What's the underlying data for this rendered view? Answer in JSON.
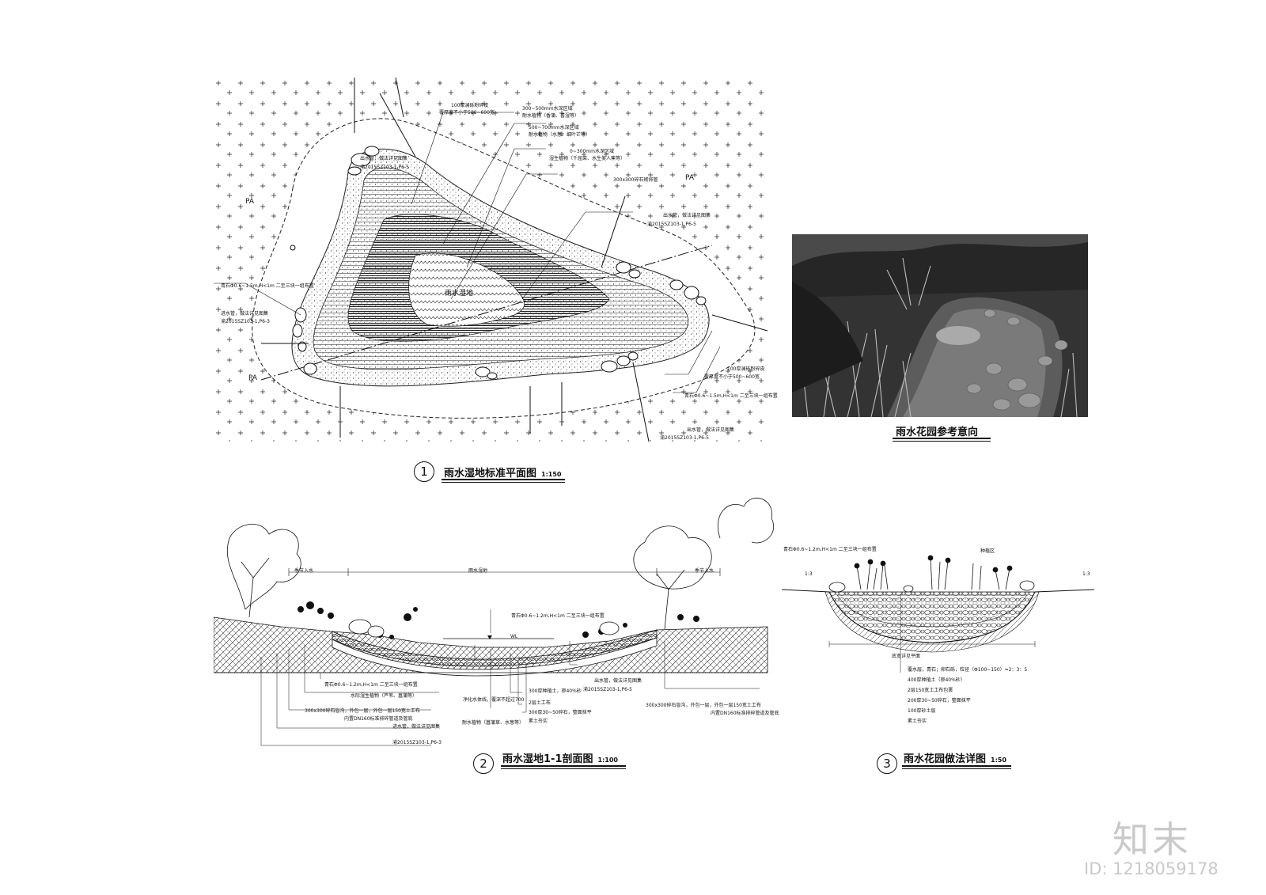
{
  "plan": {
    "badge": "1",
    "title": "雨水湿地标准平面图",
    "scale": "1:150",
    "center_label": "雨水湿地",
    "pa_labels": [
      "PA",
      "PA",
      "PA"
    ],
    "labels": [
      "100厚澜砾粉碎皮",
      "覆厚度不小于500~600宽",
      "300~500mm水深区域",
      "耐水植物（香蒲、喜湿等）",
      "500~700mm水深区域",
      "耐水植物（水葱、细叶芒等）",
      "0~300mm水深区域",
      "湿生植物（千屈菜、水生美人蕉等）",
      "300x300碎石砌排管",
      "出水管，做法详见图集",
      "渝2015SZ103-1,P6-5",
      "出水管，做法详见图集",
      "渝2015SZ103-1,P6-5",
      "青石Φ0.6~1.5m,H<1m  二至三块一组布置",
      "进水管，做法详见图集",
      "渝2015SZ103-1,P6-3",
      "100厚澜砾粉碎皮",
      "覆厚度不小于500~600宽",
      "青石Φ0.6~1.5m,H<1m  二至三块一组布置",
      "出水管，做法详见图集",
      "渝2015SZ103-1,P6-5"
    ]
  },
  "photo": {
    "caption": "雨水花园参考意向"
  },
  "section": {
    "badge": "2",
    "title": "雨水湿地1-1剖面图",
    "scale": "1:100",
    "top_labels": [
      "季节入水",
      "雨水湿地",
      "季节入水"
    ],
    "wl": "WL",
    "labels": [
      "青石Φ0.6~1.2m,H<1m  二至三块一组布置",
      "青石Φ0.6~1.2m,H<1m  二至三块一组布置",
      "水际湿生植物（芦苇、菖蒲等）",
      "300x300碎石盲沟，外包一层，外包一层150宽土工布",
      "内置DN160标准排碎管道及管底",
      "进水管，做法详见图集",
      "渝2015SZ103-1,P6-3",
      "净化水体线，覆深不超过700",
      "耐水植物（菖蒲草、水葱等）",
      "300厚种植土，掺40%砂",
      "2层土工布",
      "300厚30~50碎石，整面抹平",
      "素土夯实",
      "出水管，做法详见图集",
      "渝2015SZ103-1,P6-5",
      "300x300碎石盲沟，外包一层，外包一层150宽土工布",
      "内置DN160标准排碎管道及管底"
    ]
  },
  "detail": {
    "badge": "3",
    "title": "雨水花园做法详图",
    "scale": "1:50",
    "labels": [
      "青石Φ0.6~1.2m,H<1m  二至三块一组布置",
      "种植区",
      "1:3",
      "1:3",
      "底宽详见平面",
      "覆水层，青石；卵石砾，粒径（Φ100~150）=2：3：5",
      "400厚种植土（掺40%砂）",
      "2层150宽土工布包裹",
      "200厚30~50碎石，整面抹平",
      "100厚砂土层",
      "素土夯实"
    ]
  },
  "watermark": {
    "logo": "知末",
    "id": "ID: 1218059178"
  }
}
